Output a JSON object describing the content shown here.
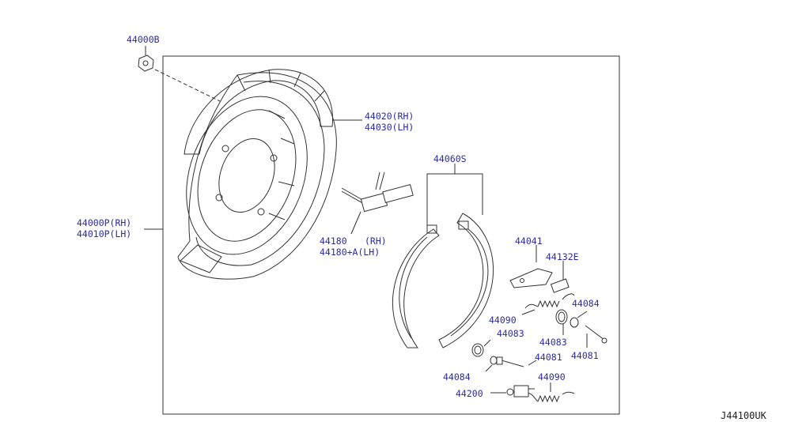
{
  "labels": {
    "l44000B": "44000B",
    "l44020": "44020(RH)",
    "l44030": "44030(LH)",
    "l44000P": "44000P(RH)",
    "l44010P": "44010P(LH)",
    "l44060S": "44060S",
    "l44180": "44180",
    "l44180rh": "(RH)",
    "l44180A": "44180+A(LH)",
    "l44041": "44041",
    "l44132E": "44132E",
    "l44084a": "44084",
    "l44090a": "44090",
    "l44083a": "44083",
    "l44083b": "44083",
    "l44081a": "44081",
    "l44081b": "44081",
    "l44084b": "44084",
    "l44200": "44200",
    "l44090b": "44090"
  },
  "diagram_code": "J44100UK",
  "colors": {
    "label": "#2a2aa8",
    "line": "#333333"
  }
}
